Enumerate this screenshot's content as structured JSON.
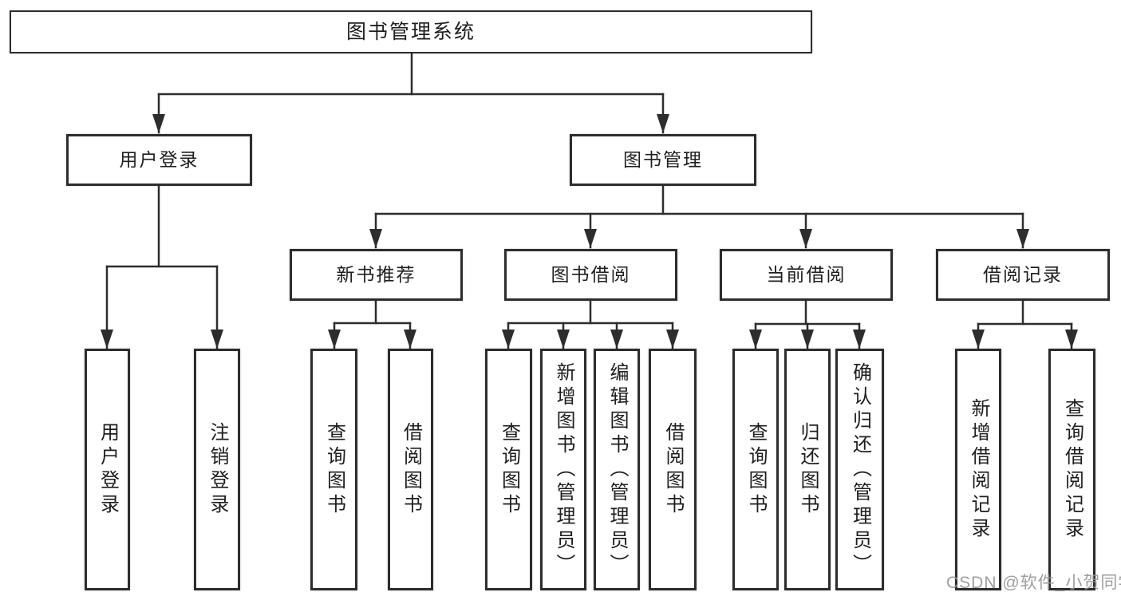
{
  "diagram": {
    "title": "图书管理系统",
    "colors": {
      "line": "#2d2d2d",
      "box_border": "#2d2d2d",
      "text": "#1e1e1e",
      "watermark": "#969696",
      "background": "#ffffff"
    },
    "nodes": {
      "root": {
        "label": "图书管理系统"
      },
      "userLogin": {
        "label": "用户登录"
      },
      "bookMgmt": {
        "label": "图书管理"
      },
      "leafUserLogin": {
        "label": "用户登录"
      },
      "leafLogout": {
        "label": "注销登录"
      },
      "newBookRec": {
        "label": "新书推荐"
      },
      "bookBorrow": {
        "label": "图书借阅"
      },
      "currentBorrow": {
        "label": "当前借阅"
      },
      "borrowRecords": {
        "label": "借阅记录"
      },
      "nbrQueryBook": {
        "label": "查询图书"
      },
      "nbrBorrowBook": {
        "label": "借阅图书"
      },
      "bbQueryBook": {
        "label": "查询图书"
      },
      "bbAddBook": {
        "label": "新增图书（管理员）"
      },
      "bbEditBook": {
        "label": "编辑图书（管理员）"
      },
      "bbBorrowBook": {
        "label": "借阅图书"
      },
      "cbQueryBook": {
        "label": "查询图书"
      },
      "cbReturnBook": {
        "label": "归还图书"
      },
      "cbConfirmReturn": {
        "label": "确认归还（管理员）"
      },
      "brAddRecord": {
        "label": "新增借阅记录"
      },
      "brQueryRecord": {
        "label": "查询借阅记录"
      }
    },
    "hierarchy": {
      "图书管理系统": {
        "用户登录": [
          "用户登录",
          "注销登录"
        ],
        "图书管理": {
          "新书推荐": [
            "查询图书",
            "借阅图书"
          ],
          "图书借阅": [
            "查询图书",
            "新增图书（管理员）",
            "编辑图书（管理员）",
            "借阅图书"
          ],
          "当前借阅": [
            "查询图书",
            "归还图书",
            "确认归还（管理员）"
          ],
          "借阅记录": [
            "新增借阅记录",
            "查询借阅记录"
          ]
        }
      }
    },
    "watermark": {
      "text": "CSDN @软件_小贺同学"
    }
  }
}
